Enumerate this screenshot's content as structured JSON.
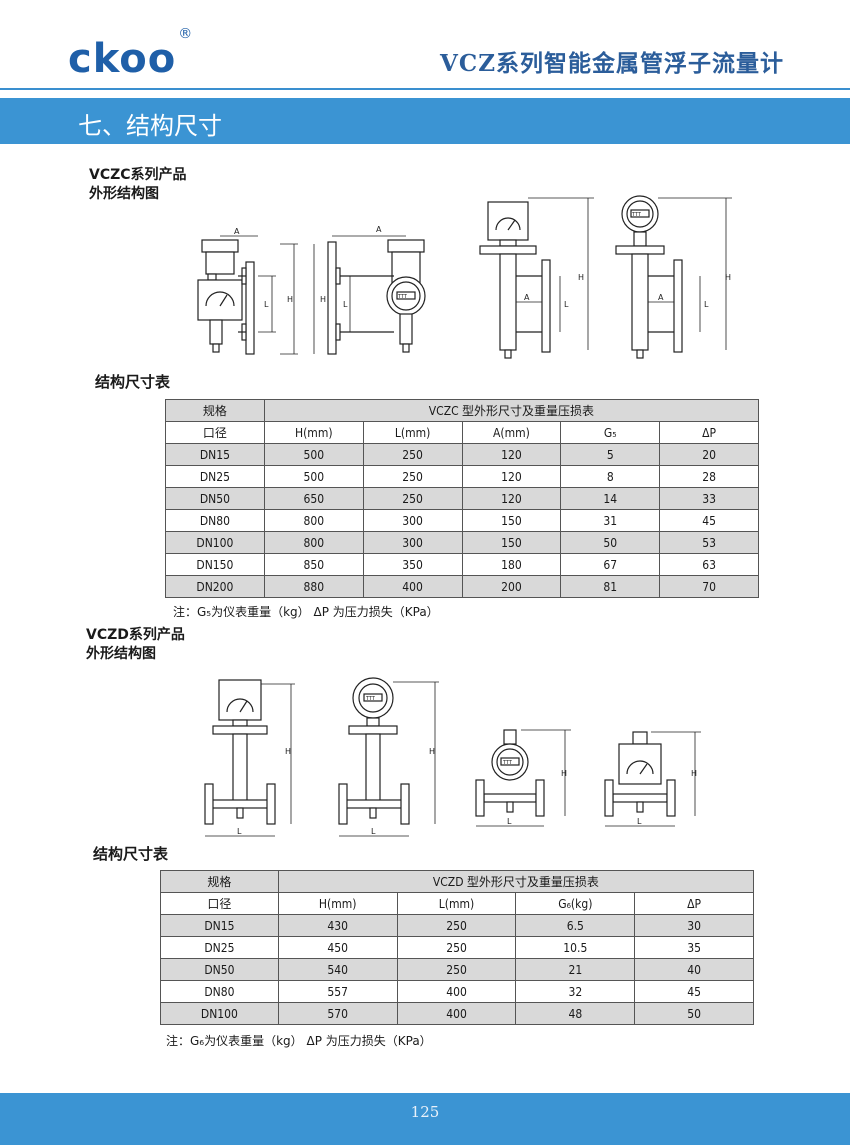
{
  "header": {
    "logo_text": "ckoo",
    "logo_mark": "®",
    "doc_title": "VCZ系列智能金属管浮子流量计"
  },
  "section": {
    "title": "七、结构尺寸"
  },
  "vczc": {
    "caption_line1": "VCZC系列产品",
    "caption_line2": "外形结构图",
    "table_heading": "结构尺寸表",
    "table": {
      "spec_label": "规格",
      "group_title": "VCZC 型外形尺寸及重量压损表",
      "columns": [
        "口径",
        "H(mm)",
        "L(mm)",
        "A(mm)",
        "G₅",
        "ΔP"
      ],
      "rows": [
        [
          "DN15",
          "500",
          "250",
          "120",
          "5",
          "20"
        ],
        [
          "DN25",
          "500",
          "250",
          "120",
          "8",
          "28"
        ],
        [
          "DN50",
          "650",
          "250",
          "120",
          "14",
          "33"
        ],
        [
          "DN80",
          "800",
          "300",
          "150",
          "31",
          "45"
        ],
        [
          "DN100",
          "800",
          "300",
          "150",
          "50",
          "53"
        ],
        [
          "DN150",
          "850",
          "350",
          "180",
          "67",
          "63"
        ],
        [
          "DN200",
          "880",
          "400",
          "200",
          "81",
          "70"
        ]
      ]
    },
    "note": "注：G₅为仪表重量（kg）  ΔP 为压力损失（KPa）"
  },
  "vczd": {
    "caption_line1": "VCZD系列产品",
    "caption_line2": "外形结构图",
    "table_heading": "结构尺寸表",
    "table": {
      "spec_label": "规格",
      "group_title": "VCZD 型外形尺寸及重量压损表",
      "columns": [
        "口径",
        "H(mm)",
        "L(mm)",
        "G₆(kg)",
        "ΔP"
      ],
      "rows": [
        [
          "DN15",
          "430",
          "250",
          "6.5",
          "30"
        ],
        [
          "DN25",
          "450",
          "250",
          "10.5",
          "35"
        ],
        [
          "DN50",
          "540",
          "250",
          "21",
          "40"
        ],
        [
          "DN80",
          "557",
          "400",
          "32",
          "45"
        ],
        [
          "DN100",
          "570",
          "400",
          "48",
          "50"
        ]
      ]
    },
    "note": "注：G₆为仪表重量（kg）  ΔP 为压力损失（KPa）"
  },
  "drawing_labels": {
    "h": "H",
    "l": "L",
    "a": "A",
    "display": "TTT"
  },
  "footer": {
    "page_number": "125"
  },
  "colors": {
    "brand_blue": "#3b94d3",
    "logo_blue": "#1f5fa8",
    "row_shade": "#d9d9d9"
  }
}
